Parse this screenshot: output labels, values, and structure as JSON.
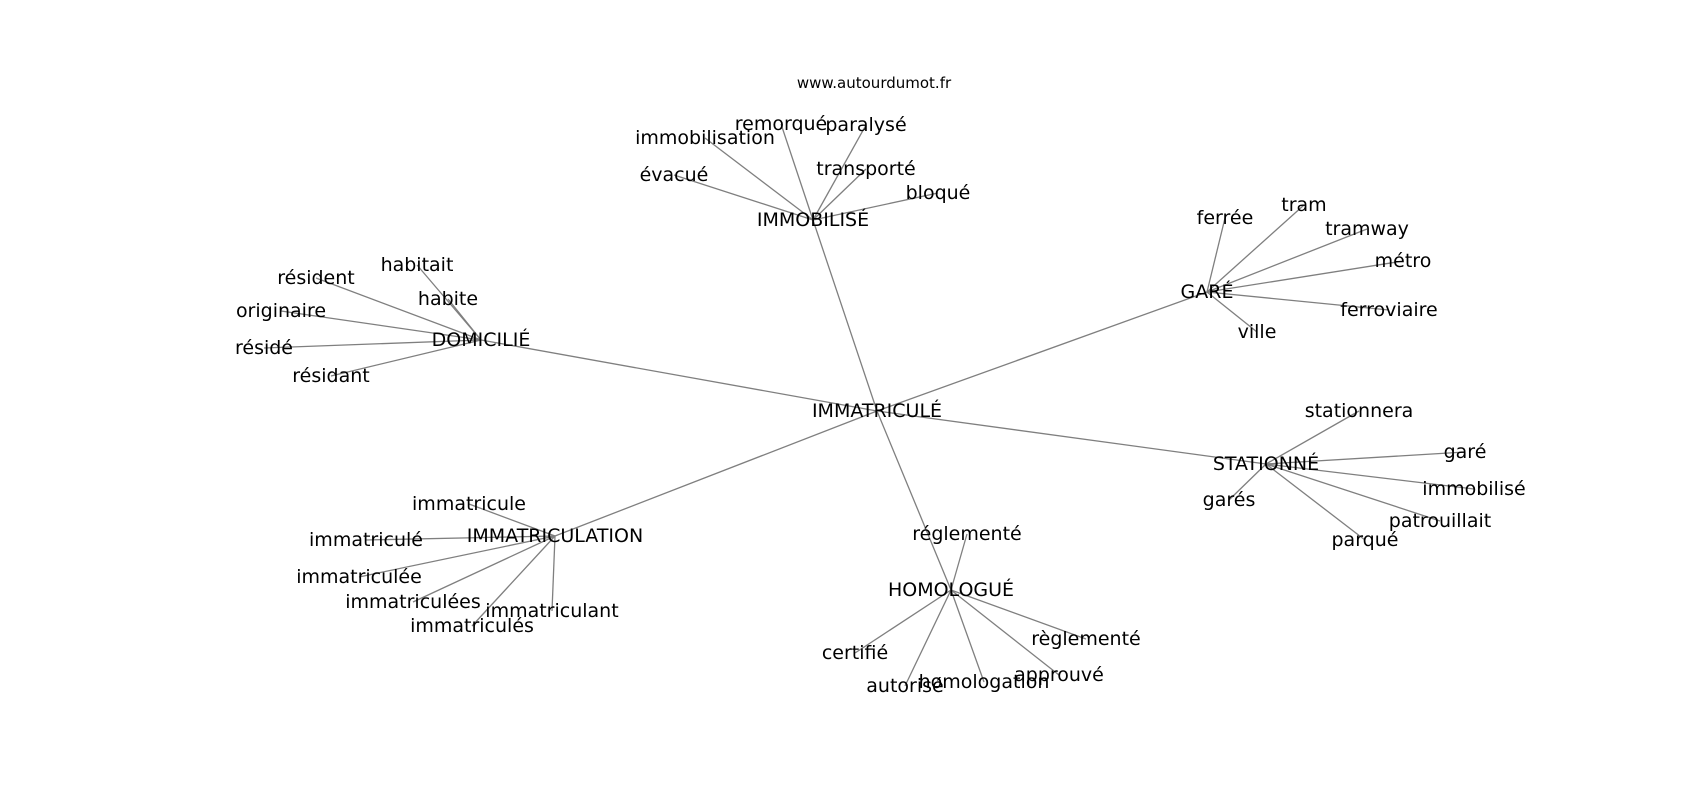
{
  "source": "www.autourdumot.fr",
  "graph": {
    "center": "IMMATRICULÉ",
    "clusters": [
      {
        "id": "immobilise",
        "label": "IMMOBILISÉ",
        "leaves": [
          "remorqué",
          "paralysé",
          "immobilisation",
          "transporté",
          "évacué",
          "bloqué"
        ]
      },
      {
        "id": "domicilie",
        "label": "DOMICILIÉ",
        "leaves": [
          "habitait",
          "résident",
          "habite",
          "originaire",
          "résidé",
          "résidant"
        ]
      },
      {
        "id": "gare",
        "label": "GARÉ",
        "leaves": [
          "ferrée",
          "tram",
          "tramway",
          "métro",
          "ferroviaire",
          "ville"
        ]
      },
      {
        "id": "stationne",
        "label": "STATIONNÉ",
        "leaves": [
          "stationnera",
          "garé",
          "immobilisé",
          "garés",
          "patrouillait",
          "parqué"
        ]
      },
      {
        "id": "immatriculation",
        "label": "IMMATRICULATION",
        "leaves": [
          "immatricule",
          "immatriculé",
          "immatriculée",
          "immatriculées",
          "immatriculant",
          "immatriculés"
        ]
      },
      {
        "id": "homologue",
        "label": "HOMOLOGUÉ",
        "leaves": [
          "réglementé",
          "règlementé",
          "certifié",
          "approuvé",
          "homologation",
          "autorisé"
        ]
      }
    ]
  }
}
